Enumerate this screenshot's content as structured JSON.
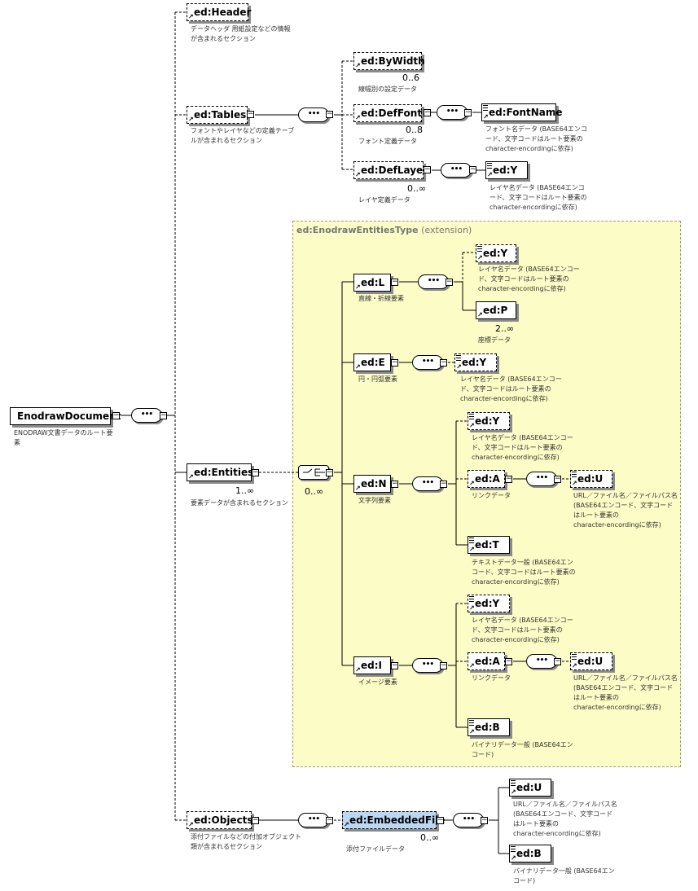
{
  "root": {
    "name": "EnodrawDocument",
    "note": "ENODRAW文書データのルート要\n素"
  },
  "header": {
    "name": "ed:Header",
    "note": "データヘッダ 用紙設定などの情報\nが含まれるセクション"
  },
  "tables": {
    "name": "ed:Tables",
    "note": "フォントやレイヤなどの定義テーブ\nルが含まれるセクション",
    "bywidth": {
      "name": "ed:ByWidth",
      "card": "0..6",
      "note": "線幅別の設定データ"
    },
    "deffont": {
      "name": "ed:DefFont",
      "card": "0..8",
      "note": "フォント定義データ"
    },
    "fontname": {
      "name": "ed:FontName",
      "note": "フォント名データ (BASE64エンコ\nード、文字コードはルート要素の\ncharacter-encordingに依存)"
    },
    "deflayer": {
      "name": "ed:DefLayer",
      "card": "0..∞",
      "note": "レイヤ定義データ"
    },
    "layer_y": {
      "name": "ed:Y",
      "note": "レイヤ名データ (BASE64エンコ\nード、文字コードはルート要素の\ncharacter-encordingに依存)"
    }
  },
  "entities_type": {
    "title": "ed:EnodrawEntitiesType",
    "suffix": "(extension)"
  },
  "entities": {
    "name": "ed:Entities",
    "card": "1..∞",
    "choice_card": "0..∞",
    "note": "要素データが含まれるセクション",
    "L": {
      "name": "ed:L",
      "note": "直線・折線要素",
      "y": {
        "name": "ed:Y",
        "note": "レイヤ名データ (BASE64エンコー\nド、文字コードはルート要素の\ncharacter-encordingに依存)"
      },
      "p": {
        "name": "ed:P",
        "card": "2..∞",
        "note": "座標データ"
      }
    },
    "E": {
      "name": "ed:E",
      "note": "円・円弧要素",
      "y": {
        "name": "ed:Y",
        "note": "レイヤ名データ (BASE64エンコー\nド、文字コードはルート要素の\ncharacter-encordingに依存)"
      }
    },
    "N": {
      "name": "ed:N",
      "note": "文字列要素",
      "y": {
        "name": "ed:Y",
        "note": "レイヤ名データ (BASE64エンコー\nド、文字コードはルート要素の\ncharacter-encordingに依存)"
      },
      "a": {
        "name": "ed:A",
        "note": "リンクデータ"
      },
      "u": {
        "name": "ed:U",
        "note": "URL／ファイル名／ファイルパス名\n(BASE64エンコード、文字コード\nはルート要素の\ncharacter-encordingに依存)"
      },
      "t": {
        "name": "ed:T",
        "note": "テキストデータ一般 (BASE64エン\nコード、文字コードはルート要素の\ncharacter-encordingに依存)"
      }
    },
    "I": {
      "name": "ed:I",
      "note": "イメージ要素",
      "y": {
        "name": "ed:Y",
        "note": "レイヤ名データ (BASE64エンコー\nド、文字コードはルート要素の\ncharacter-encordingに依存)"
      },
      "a": {
        "name": "ed:A",
        "note": "リンクデータ"
      },
      "u": {
        "name": "ed:U",
        "note": "URL／ファイル名／ファイルパス名\n(BASE64エンコード、文字コード\nはルート要素の\ncharacter-encordingに依存)"
      },
      "b": {
        "name": "ed:B",
        "note": "バイナリデータ一般 (BASE64エン\nコード)"
      }
    }
  },
  "objects": {
    "name": "ed:Objects",
    "note": "添付ファイルなどの付加オブジェクト\n類が含まれるセクション",
    "embedded": {
      "name": "ed:EmbeddedFile",
      "card": "0..∞",
      "note": "添付ファイルデータ"
    },
    "u": {
      "name": "ed:U",
      "note": "URL／ファイル名／ファイルパス名\n(BASE64エンコード、文字コード\nはルート要素の\ncharacter-encordingに依存)"
    },
    "b": {
      "name": "ed:B",
      "note": "バイナリデータ一般 (BASE64エン\nコード)"
    }
  },
  "symbols": {
    "expand": "−",
    "sequence": "•••"
  }
}
